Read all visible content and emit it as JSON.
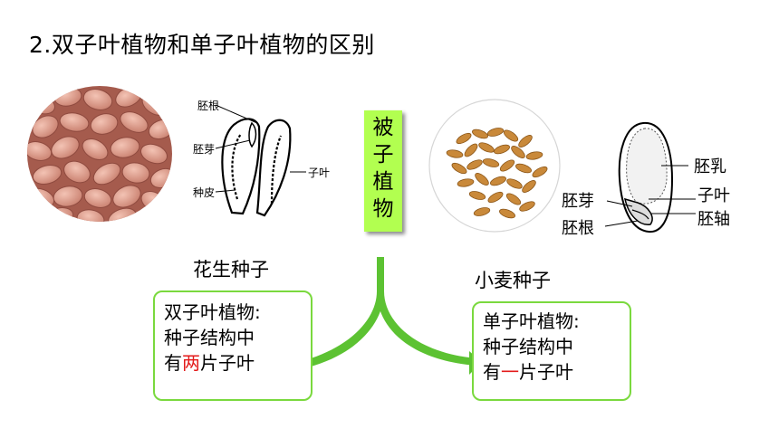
{
  "title": "2.双子叶植物和单子叶植物的区别",
  "center_box": {
    "text": [
      "被",
      "子",
      "植",
      "物"
    ]
  },
  "peanut": {
    "caption": "花生种子",
    "labels": {
      "embryo_root": "胚根",
      "embryo_bud": "胚芽",
      "seed_coat": "种皮",
      "cotyledon": "子叶"
    }
  },
  "wheat": {
    "caption": "小麦种子",
    "labels": {
      "endosperm": "胚乳",
      "cotyledon": "子叶",
      "embryo_axis": "胚轴",
      "embryo_bud": "胚芽",
      "embryo_root": "胚根"
    }
  },
  "dicot_box": {
    "line1": "双子叶植物:",
    "line2": "种子结构中",
    "line3_pre": "有",
    "line3_hl": "两",
    "line3_post": "片子叶"
  },
  "monocot_box": {
    "line1": "单子叶植物:",
    "line2": "种子结构中",
    "line3_pre": "有",
    "line3_hl": "一",
    "line3_post": "片子叶"
  },
  "colors": {
    "box_fill": "#b2ff50",
    "border": "#7ad93e",
    "highlight": "#e31b1b",
    "arrow": "#5cc232"
  }
}
